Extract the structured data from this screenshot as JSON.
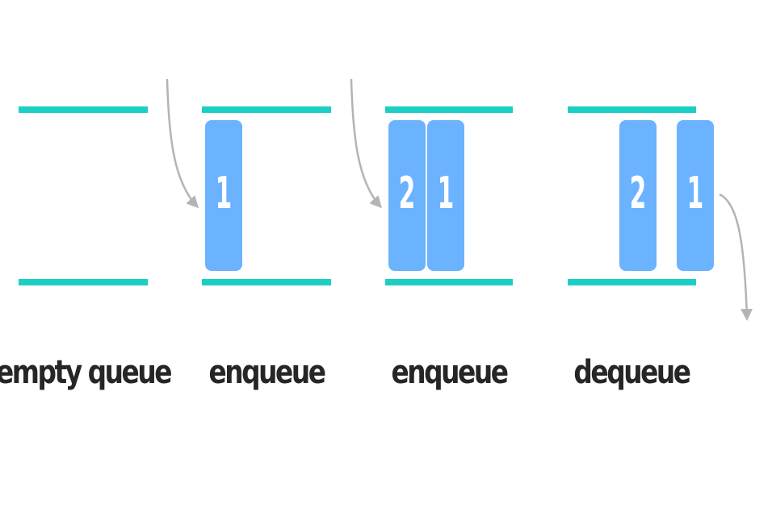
{
  "colors": {
    "rail": "#1ccfc4",
    "item": "#6bb2ff",
    "item_text": "#ffffff",
    "arrow": "#b4b4b4",
    "label": "#262626"
  },
  "panels": [
    {
      "label": "empty queue",
      "items": []
    },
    {
      "label": "enqueue",
      "items": [
        "1"
      ]
    },
    {
      "label": "enqueue",
      "items": [
        "2",
        "1"
      ]
    },
    {
      "label": "dequeue",
      "items": [
        "2",
        "1"
      ]
    }
  ]
}
